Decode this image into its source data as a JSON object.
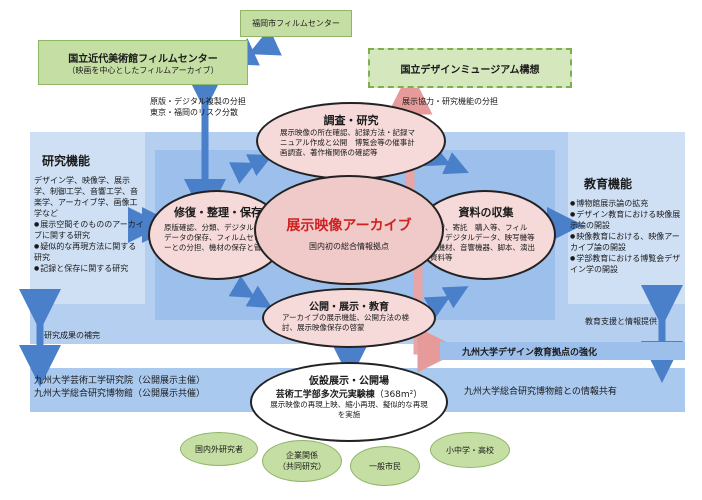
{
  "fukuoka_center": "福岡市フィルムセンター",
  "natl_film_center": {
    "title": "国立近代美術館フィルムセンター",
    "subtitle": "（映画を中心としたフィルムアーカイブ）"
  },
  "design_museum": "国立デザインミュージアム構想",
  "note_left_top": [
    "原版・デジタル複製の分担",
    "東京・福岡のリスク分散"
  ],
  "note_right_top": "展示協力・研究機能の分担",
  "research": {
    "title": "研究機能",
    "intro": "デザイン学、映像学、展示学、制御工学、音響工学、音楽学、アーカイブ学、画像工学など",
    "items": [
      "展示空間そのもののアーカイブに関する研究",
      "疑似的な再現方法に関する研究",
      "記録と保存に関する研究"
    ]
  },
  "education": {
    "title": "教育機能",
    "items": [
      "博物館展示論の拡充",
      "デザイン教育における映像展示論の開設",
      "映像教育における、映像アーカイブ論の開設",
      "学部教育における博覧会デザイン学の開設"
    ]
  },
  "survey": {
    "title": "調査・研究",
    "text": "展示映像の所在確認、記録方法・記録マニュアル作成と公開　博覧会等の催事計画調査、著作権関係の確認等"
  },
  "repair": {
    "title": "修復・整理・保存",
    "text": "原版確認、分類、デジタル化、データの保存、フィルムセンターとの分担、機材の保存と管理"
  },
  "center": {
    "title": "展示映像アーカイブ",
    "subtitle": "国内初の総合情報拠点"
  },
  "collection": {
    "title": "資料の収集",
    "text": "寄贈、寄託　購入等、フィルム、デジタルデータ、映写機等の機材、音響機器、脚本、演出資料等"
  },
  "public": {
    "title": "公開・展示・教育",
    "text": "アーカイブの展示機能、公開方法の検討、展示映像保存の啓蒙"
  },
  "research_note": "研究成果の補完",
  "edu_note": "教育支援と情報提供",
  "kyushu_strength": "九州大学デザイン教育拠点の強化",
  "kyushu_lab1": "九州大学芸術工学研究院（公開展示主催）",
  "kyushu_lab2": "九州大学総合研究博物館（公開展示共催）",
  "museum_share": "九州大学総合研究博物館との情報共有",
  "venue": {
    "title": "仮設展示・公開場",
    "building": "芸術工学部多次元実験棟",
    "area": "（368m²）",
    "text": "展示映像の再現上映、縮小再現、擬似的な再現を実施"
  },
  "audience": [
    "国内外研究者",
    "企業関係\n（共同研究）",
    "一般市民",
    "小中学・高校"
  ]
}
